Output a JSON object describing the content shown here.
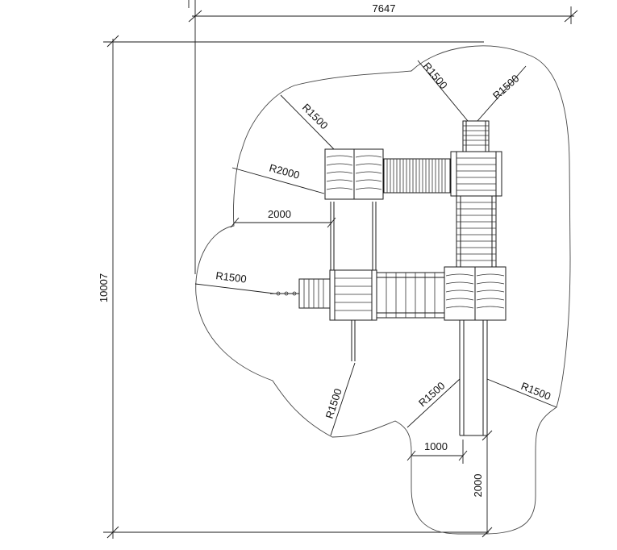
{
  "overall": {
    "width": "7647",
    "height": "10007"
  },
  "radii": {
    "top_left": "R1500",
    "left_upper": "R2000",
    "left_middle": "R1500",
    "top_center": "R1500",
    "top_right": "R1500",
    "lower_left": "R1500",
    "lower_center": "R1500",
    "lower_right": "R1500"
  },
  "distances": {
    "left_clearance": "2000",
    "slide_exit_width": "1000",
    "slide_exit_length": "2000"
  }
}
